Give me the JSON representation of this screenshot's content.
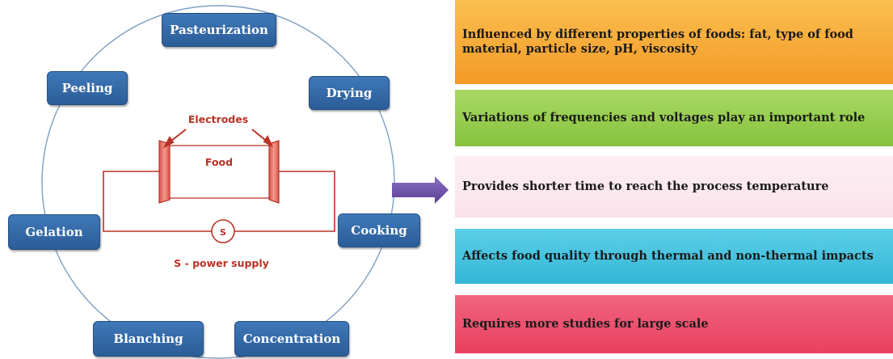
{
  "applications": [
    {
      "label": "Pasteurization"
    },
    {
      "label": "Drying"
    },
    {
      "label": "Cooking"
    },
    {
      "label": "Concentration"
    },
    {
      "label": "Blanching"
    },
    {
      "label": "Gelation"
    },
    {
      "label": "Peeling"
    }
  ],
  "circuit": {
    "electrodes_label": "Electrodes",
    "food_label": "Food",
    "source_symbol": "S",
    "source_label": "S - power supply"
  },
  "features": [
    {
      "text": "Influenced by different properties of foods: fat, type of food material, particle size, pH, viscosity",
      "color": "#f7a833"
    },
    {
      "text": "Variations of frequencies and voltages play an important role",
      "color": "#96cf4a"
    },
    {
      "text": "Provides shorter time to reach the process temperature",
      "color": "#fde9f0"
    },
    {
      "text": "Affects food quality through thermal and non-thermal impacts",
      "color": "#46c5e0"
    },
    {
      "text": "Requires more studies for large scale",
      "color": "#ee4f6d"
    }
  ],
  "colors": {
    "box": "#336aa8",
    "circle": "#7e9fc3",
    "circuit": "#b83226",
    "electrode": "#e36a5c",
    "arrow": "#6f55a8"
  }
}
